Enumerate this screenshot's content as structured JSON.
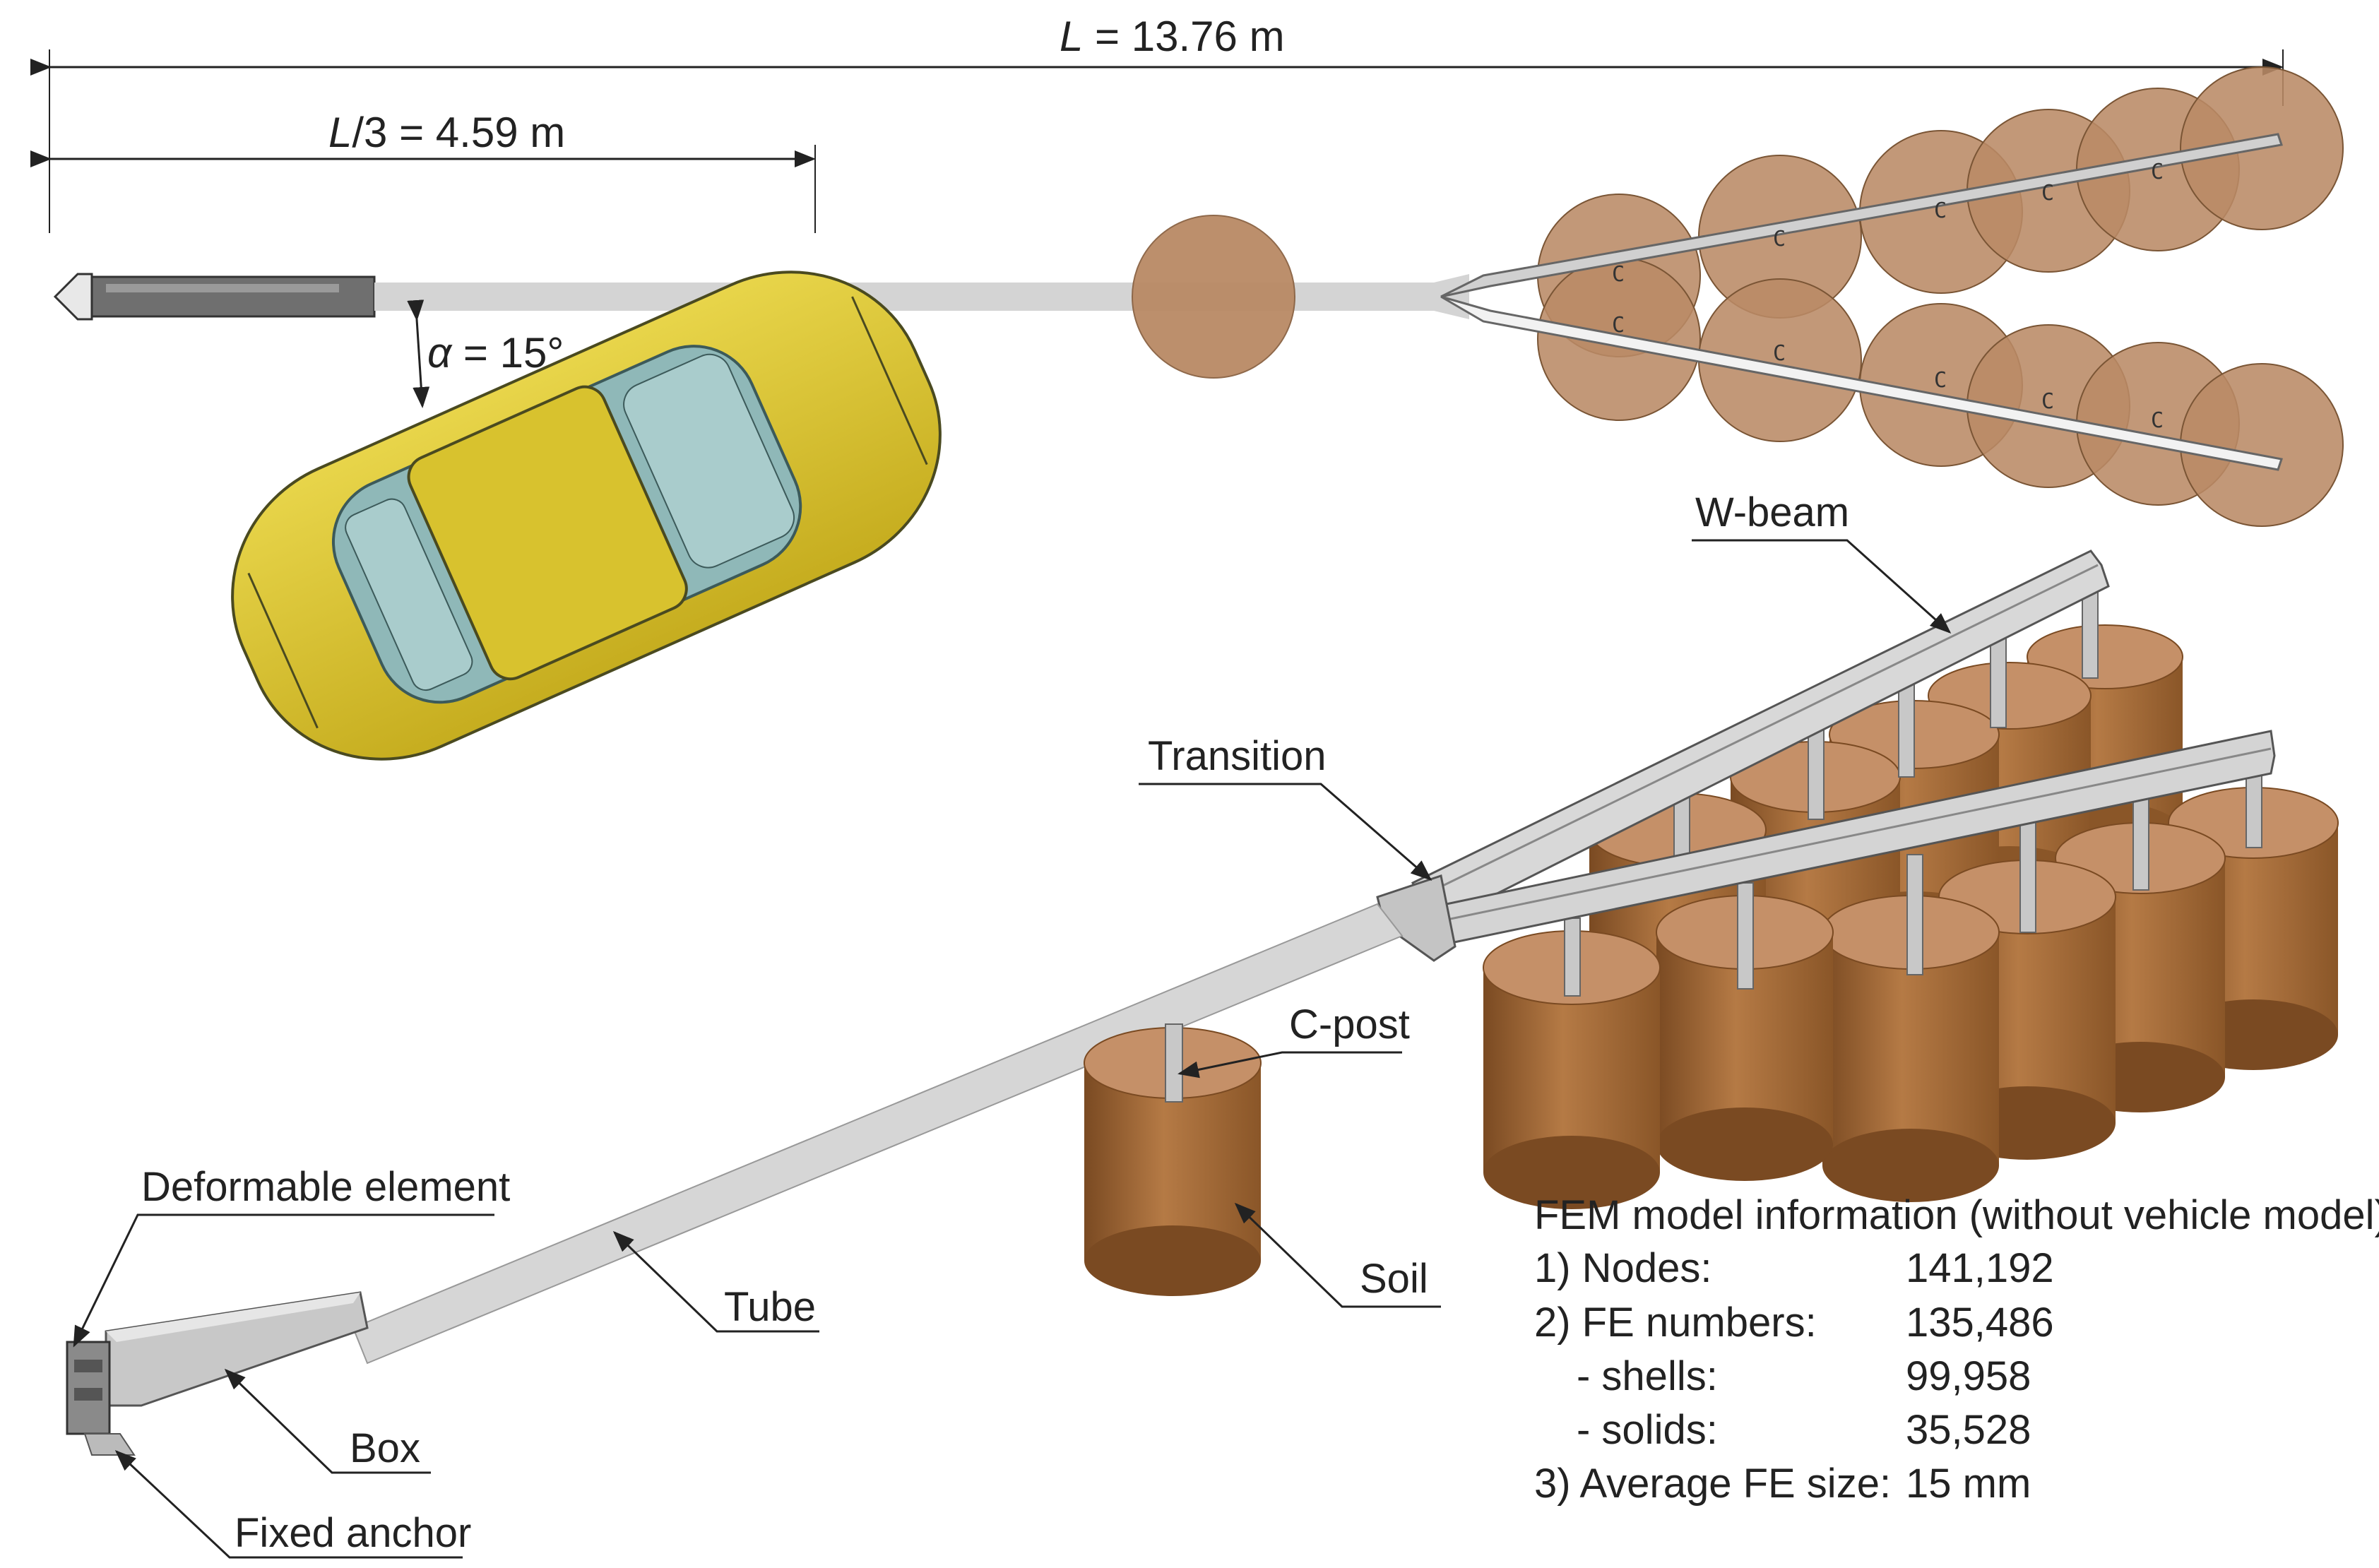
{
  "dimensions": {
    "total_length": {
      "var": "L",
      "value": " = 13.76 m"
    },
    "third_length": {
      "var": "L",
      "value": "/3 = 4.59 m"
    },
    "angle": {
      "var": "α",
      "value": " = 15°"
    }
  },
  "labels": {
    "w_beam": "W-beam",
    "transition": "Transition",
    "c_post": "C-post",
    "soil": "Soil",
    "tube": "Tube",
    "box": "Box",
    "deformable_element": "Deformable element",
    "fixed_anchor": "Fixed anchor"
  },
  "post_mark": "C",
  "fem_info": {
    "heading": "FEM model information (without vehicle model):",
    "rows": [
      {
        "label": "1) Nodes:",
        "value": "141,192"
      },
      {
        "label": "2) FE numbers:",
        "value": "135,486"
      },
      {
        "label": "- shells:",
        "value": "99,958"
      },
      {
        "label": "- solids:",
        "value": "35,528"
      },
      {
        "label": "3) Average FE size:",
        "value": "15 mm"
      }
    ]
  },
  "colors": {
    "soil_top": "#b98a65",
    "soil_front": "#a4683a",
    "car_body": "#d8c22e",
    "car_glass": "#8fb8b8",
    "steel": "#c8c8c8"
  }
}
